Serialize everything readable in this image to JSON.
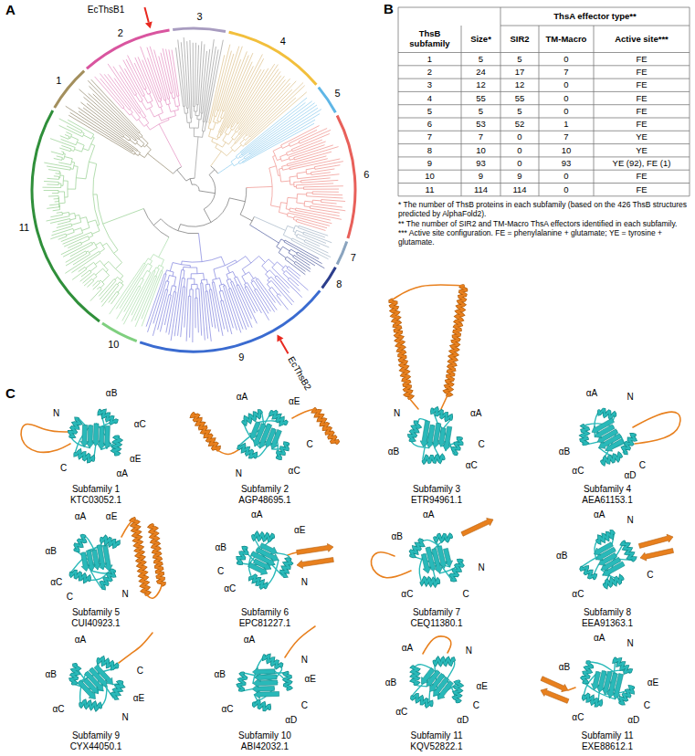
{
  "diagram": {
    "labels": [
      "A",
      "B",
      "C",
      "1",
      "2",
      "3",
      "4",
      "5",
      "6",
      "7",
      "8",
      "9",
      "10",
      "11",
      "EcThsB1",
      "EcThsB2",
      "ThsA effector type**",
      "ThsB subfamily",
      "Size*",
      "SIR2",
      "TM-Macro",
      "Active site***",
      "1",
      "5",
      "5",
      "0",
      "FE",
      "2",
      "24",
      "17",
      "7",
      "FE",
      "3",
      "12",
      "12",
      "0",
      "FE",
      "4",
      "55",
      "55",
      "0",
      "FE",
      "5",
      "5",
      "5",
      "0",
      "FE",
      "6",
      "53",
      "52",
      "1",
      "FE",
      "7",
      "7",
      "0",
      "7",
      "YE",
      "8",
      "10",
      "0",
      "10",
      "YE",
      "9",
      "93",
      "0",
      "93",
      "YE (92), FE (1)",
      "10",
      "9",
      "9",
      "0",
      "FE",
      "11",
      "114",
      "114",
      "0",
      "FE",
      "* The number of ThsB proteins in each subfamily (based on the 426 ThsB structures predicted by AlphaFold2).",
      "** The number of SIR2 and TM-Macro ThsA effectors identified in each subfamily.",
      "*** Active site configuration. FE = phenylalanine + glutamate; YE = tyrosine + glutamate.",
      "Subfamily 1",
      "KTC03052.1",
      "N",
      "αB",
      "αC",
      "αE",
      "C",
      "αA",
      "Subfamily 2",
      "AGP48695.1",
      "αA",
      "αE",
      "αC",
      "N",
      "C",
      "Subfamily 3",
      "ETR94961.1",
      "N",
      "αA",
      "αB",
      "αC",
      "C",
      "Subfamily 4",
      "AEA61153.1",
      "αA",
      "N",
      "αB",
      "αC",
      "αD",
      "C",
      "Subfamily 5",
      "CUI40923.1",
      "αA",
      "αE",
      "αB",
      "αC",
      "N",
      "C",
      "Subfamily 6",
      "EPC81227.1",
      "αA",
      "αE",
      "αB",
      "N",
      "αC",
      "C",
      "Subfamily 7",
      "CEQ11380.1",
      "αA",
      "αB",
      "N",
      "αC",
      "C",
      "Subfamily 8",
      "EEA91363.1",
      "αA",
      "αB",
      "N",
      "C",
      "αC",
      "Subfamily 9",
      "CYX44050.1",
      "C",
      "αA",
      "αE",
      "αB",
      "αC",
      "N",
      "Subfamily 10",
      "ABI42032.1",
      "αA",
      "N",
      "αE",
      "αB",
      "αC",
      "αD",
      "C",
      "Subfamily 11",
      "KQV52822.1",
      "αA",
      "N",
      "αB",
      "αE",
      "αC",
      "αD",
      "C",
      "Subfamily 11",
      "EXE88612.1",
      "αA",
      "N",
      "αE",
      "αB",
      "αC",
      "αD",
      "C"
    ]
  }
}
